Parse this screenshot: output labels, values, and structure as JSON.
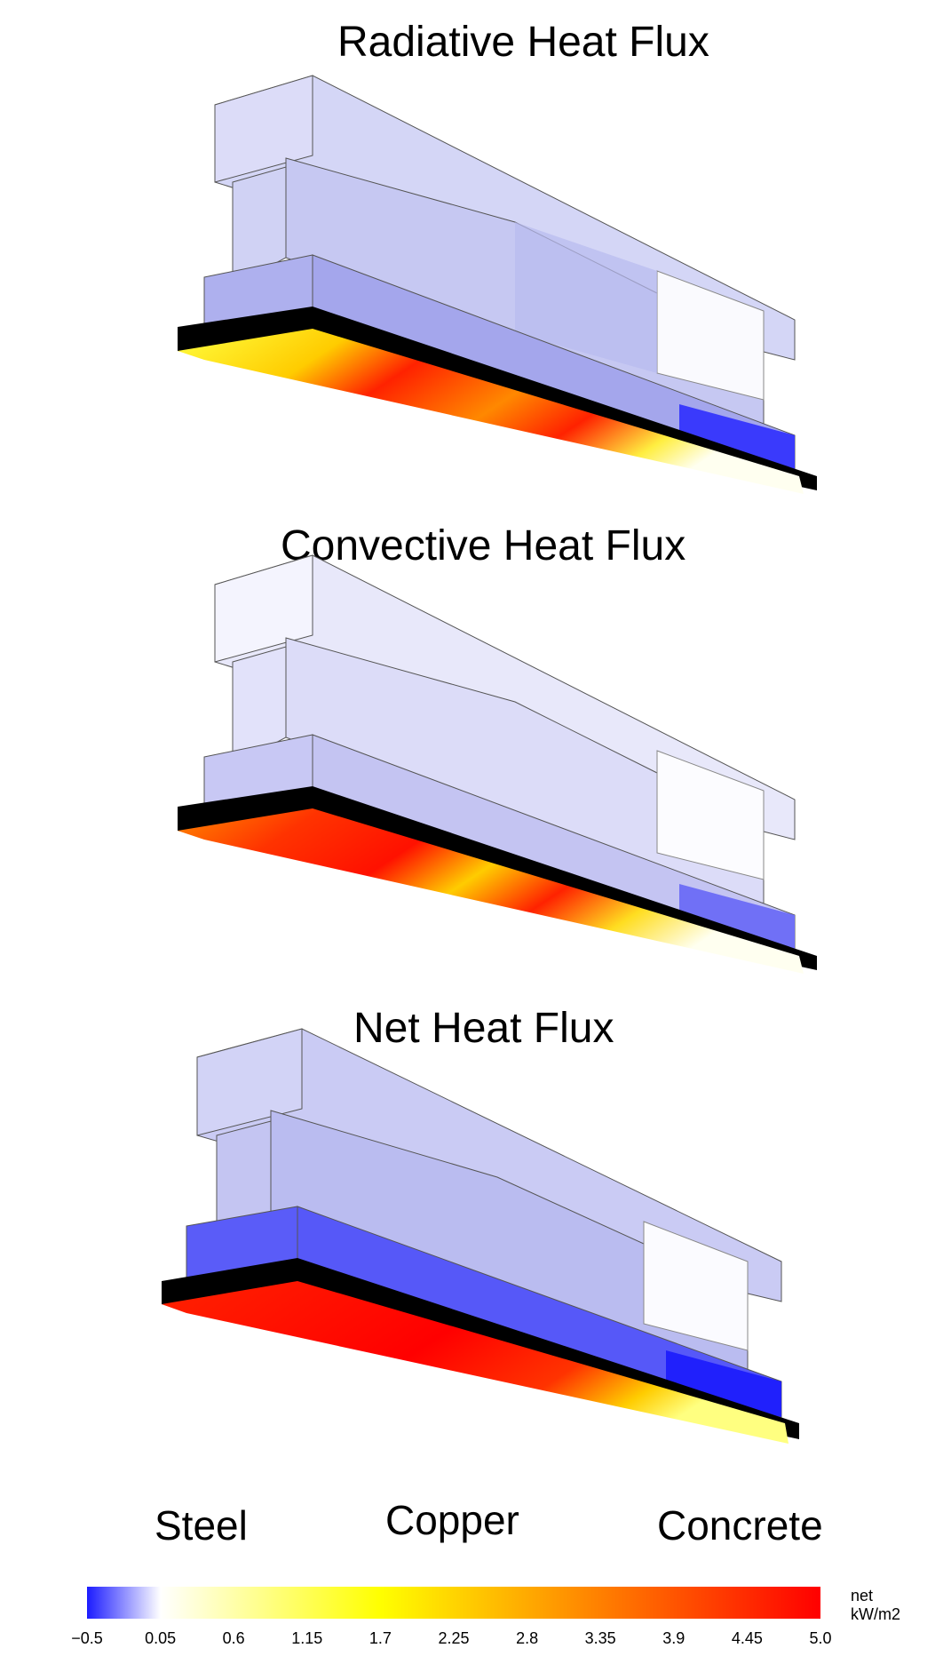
{
  "panels": [
    {
      "title": "Radiative Heat Flux"
    },
    {
      "title": "Convective Heat Flux"
    },
    {
      "title": "Net Heat Flux"
    }
  ],
  "materials": [
    "Steel",
    "Copper",
    "Concrete"
  ],
  "colorbar": {
    "ticks": [
      "−0.5",
      "0.05",
      "0.6",
      "1.15",
      "1.7",
      "2.25",
      "2.8",
      "3.35",
      "3.9",
      "4.45",
      "5.0"
    ],
    "unit_line1": "net",
    "unit_line2": "kW/m2",
    "min": -0.5,
    "max": 5.0,
    "colors": [
      "#1c1cff",
      "#ffffff",
      "#ffff00",
      "#ff0000"
    ]
  }
}
